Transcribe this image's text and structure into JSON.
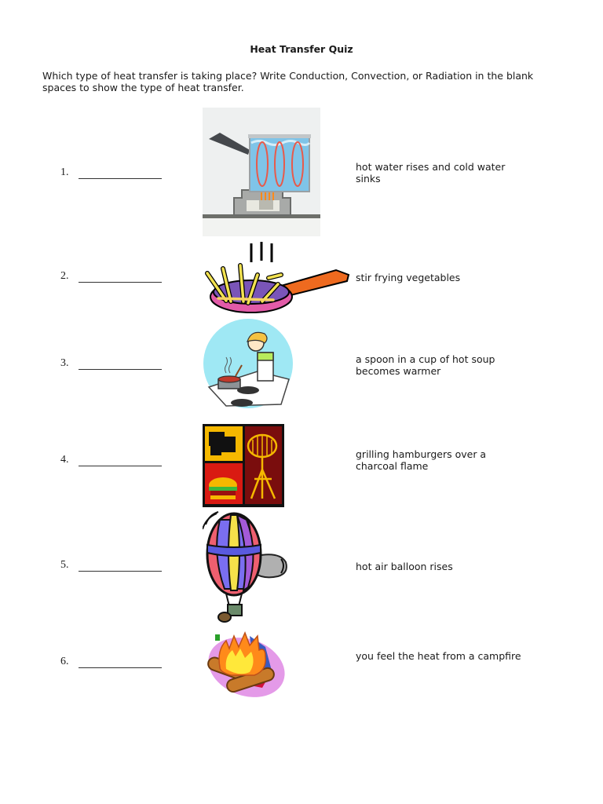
{
  "document": {
    "title": "Heat Transfer Quiz",
    "instructions": "Which type of heat transfer is taking place? Write Conduction, Convection, or Radiation in the blank spaces to show the type of heat transfer."
  },
  "questions": [
    {
      "number": "1.",
      "answer": "",
      "description": "hot water rises and cold water sinks",
      "image": "boiling-pot-convection-icon"
    },
    {
      "number": "2.",
      "answer": "",
      "description": "stir frying vegetables",
      "image": "frying-pan-icon"
    },
    {
      "number": "3.",
      "answer": "",
      "description": "a spoon in a cup of hot soup becomes warmer",
      "image": "person-cooking-icon"
    },
    {
      "number": "4.",
      "answer": "",
      "description": "grilling hamburgers over a charcoal flame",
      "image": "grill-hamburger-icon"
    },
    {
      "number": "5.",
      "answer": "",
      "description": "hot air balloon rises",
      "image": "hot-air-balloon-icon"
    },
    {
      "number": "6.",
      "answer": "",
      "description": "you feel the heat from a campfire",
      "image": "campfire-icon"
    }
  ]
}
